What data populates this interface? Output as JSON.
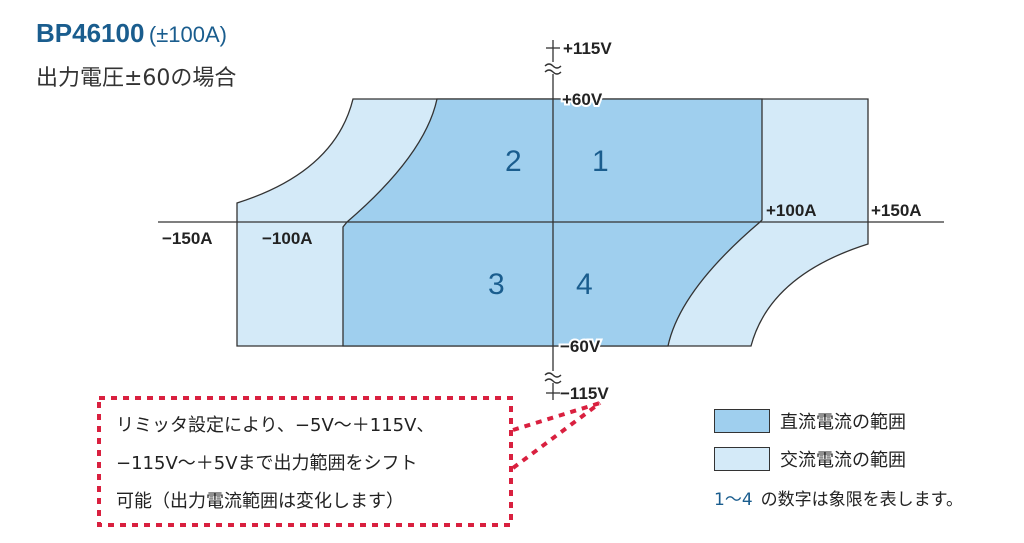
{
  "title": {
    "model": "BP46100",
    "rating": "(±100A)",
    "subtitle": "出力電圧±60の場合"
  },
  "axis_labels": {
    "v_plus_max": "+115V",
    "v_plus": "+60V",
    "v_minus": "−60V",
    "v_minus_max": "−115V",
    "a_minus_max": "−150A",
    "a_minus": "−100A",
    "a_plus": "+100A",
    "a_plus_max": "+150A"
  },
  "quadrants": [
    "1",
    "2",
    "3",
    "4"
  ],
  "note": {
    "lines": [
      "リミッタ設定により、−5V〜＋115V、",
      "−115V〜＋5Vまで出力範囲をシフト",
      "可能（出力電流範囲は変化します）"
    ]
  },
  "legend": {
    "dc_label": "直流電流の範囲",
    "ac_label": "交流電流の範囲",
    "quadrant_range": "1〜4",
    "quadrant_note": "の数字は象限を表します。"
  },
  "colors": {
    "dc": "#9fcfee",
    "ac": "#d4eaf8",
    "accent": "#1a5d8e",
    "note_border": "#d9203f"
  }
}
